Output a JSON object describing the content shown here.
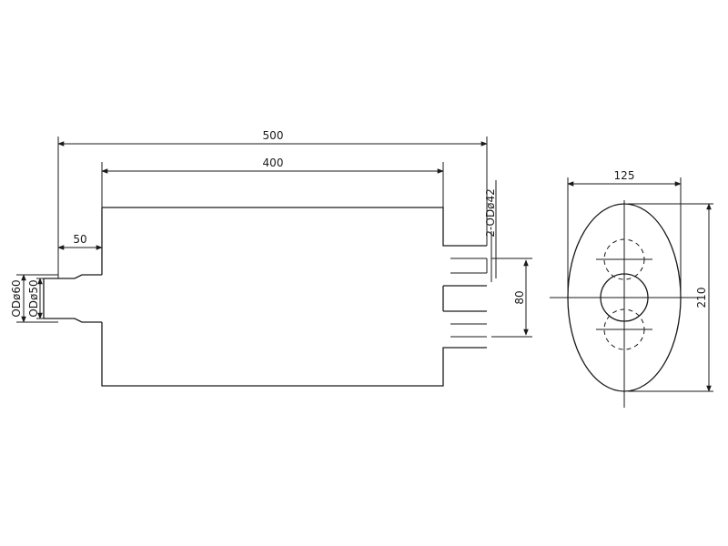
{
  "drawing": {
    "dimensions": {
      "overall_length": "500",
      "body_length": "400",
      "inlet_stub": "50",
      "inlet_od": "ODø60",
      "inlet_od_inner": "ODø50",
      "outlet_od": "2-ODø42",
      "outlet_spacing": "80",
      "oval_width": "125",
      "oval_height": "210"
    }
  }
}
